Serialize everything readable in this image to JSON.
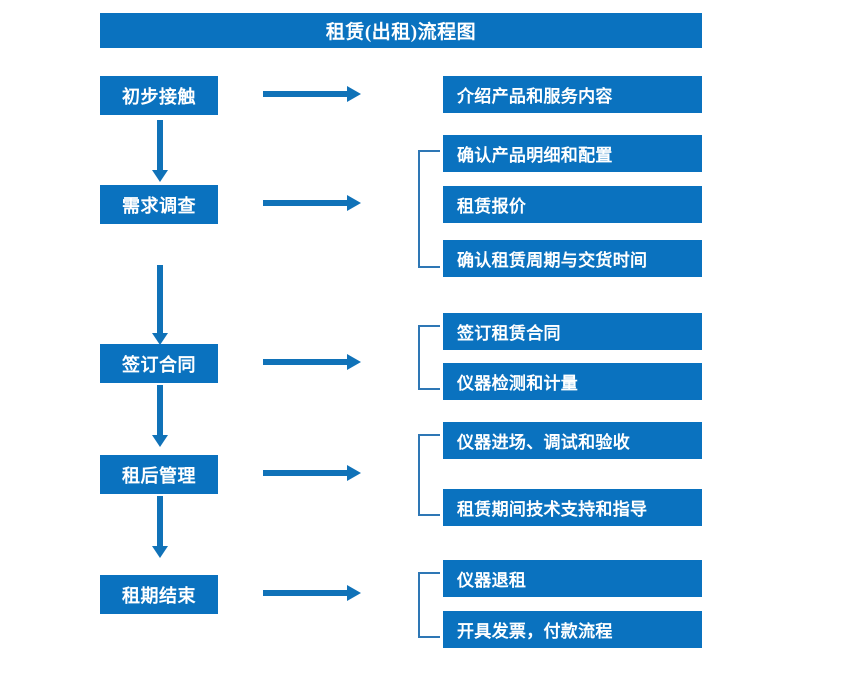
{
  "diagram": {
    "title": "租赁(出租)流程图",
    "colors": {
      "primary": "#0a72bf",
      "arrow": "#1072b8",
      "bracket": "#2e77b5",
      "text_on_primary": "#ffffff",
      "background": "#ffffff"
    },
    "stages": [
      {
        "id": "stage-1",
        "label": "初步接触",
        "details": [
          "介绍产品和服务内容"
        ],
        "has_bracket": false,
        "arrow_right": "arrow-right",
        "arrow_down_to_next": "arrow-down"
      },
      {
        "id": "stage-2",
        "label": "需求调查",
        "details": [
          "确认产品明细和配置",
          "租赁报价",
          "确认租赁周期与交货时间"
        ],
        "has_bracket": true,
        "arrow_right": "arrow-right",
        "arrow_down_to_next": "arrow-down"
      },
      {
        "id": "stage-3",
        "label": "签订合同",
        "details": [
          "签订租赁合同",
          "仪器检测和计量"
        ],
        "has_bracket": true,
        "arrow_right": "arrow-right",
        "arrow_down_to_next": "arrow-down"
      },
      {
        "id": "stage-4",
        "label": "租后管理",
        "details": [
          "仪器进场、调试和验收",
          "租赁期间技术支持和指导"
        ],
        "has_bracket": true,
        "arrow_right": "arrow-right",
        "arrow_down_to_next": "arrow-down"
      },
      {
        "id": "stage-5",
        "label": "租期结束",
        "details": [
          "仪器退租",
          "开具发票，付款流程"
        ],
        "has_bracket": true,
        "arrow_right": "arrow-right",
        "arrow_down_to_next": null
      }
    ]
  }
}
